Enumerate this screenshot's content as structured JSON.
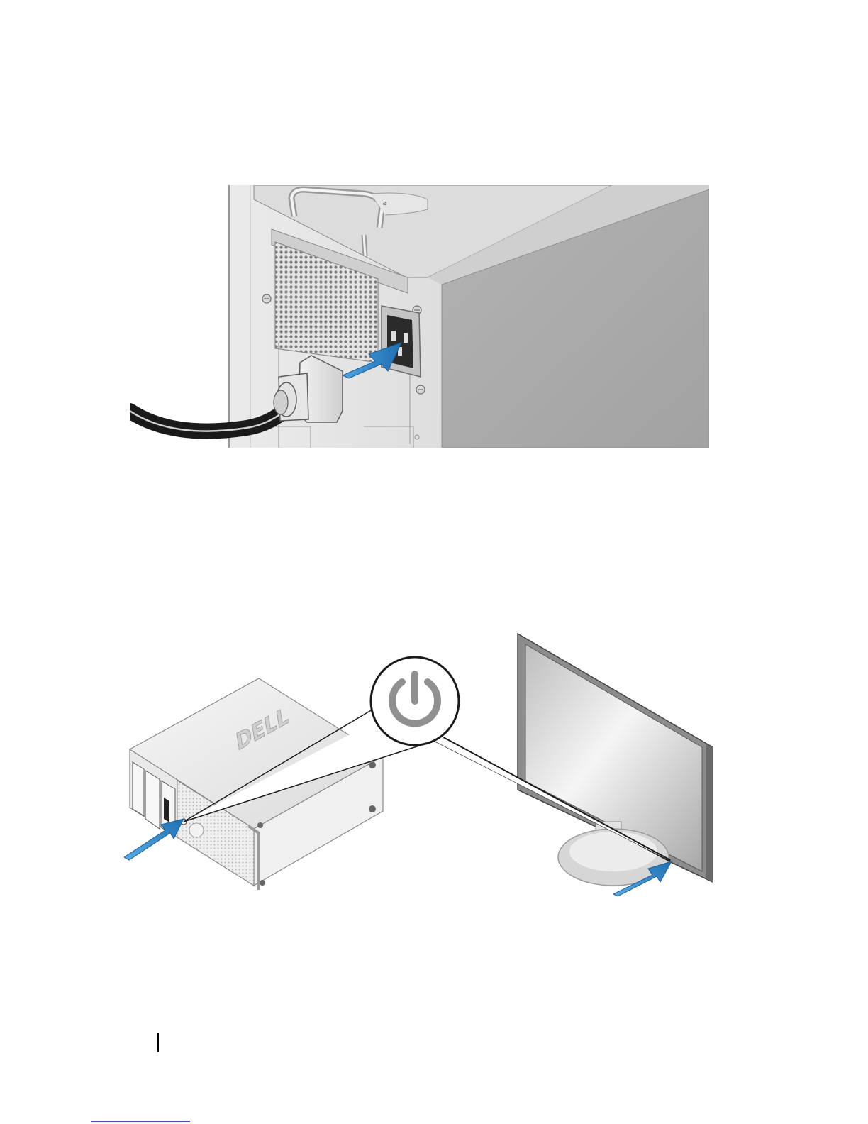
{
  "page": {
    "background": "#ffffff"
  },
  "figures": [
    {
      "name": "power-cable-connection",
      "colors": {
        "chassis_back": "#e6e6e6",
        "chassis_side": "#a9a9a9",
        "chassis_top": "#dcdcdc",
        "cable": "#1a1a1a",
        "arrow": "#2f7fc1"
      },
      "icons": [
        "power-plug-icon",
        "power-socket-icon",
        "insert-arrow-icon",
        "ventilation-grille-icon"
      ]
    },
    {
      "name": "system-and-monitor-power-on",
      "colors": {
        "tower_light": "#eeeeee",
        "tower_shadow": "#c8c8c8",
        "monitor_bezel": "#8e8e8e",
        "monitor_screen": "#cfcfcf",
        "arrow": "#2f7fc1",
        "power_symbol": "#909090"
      },
      "logo_text": "DELL",
      "icons": [
        "power-button-icon",
        "press-arrow-icon",
        "monitor-icon",
        "tower-system-icon"
      ]
    }
  ],
  "footer": {
    "margin_rule_color": "#000000",
    "link_rule_color": "#3a50c0"
  }
}
